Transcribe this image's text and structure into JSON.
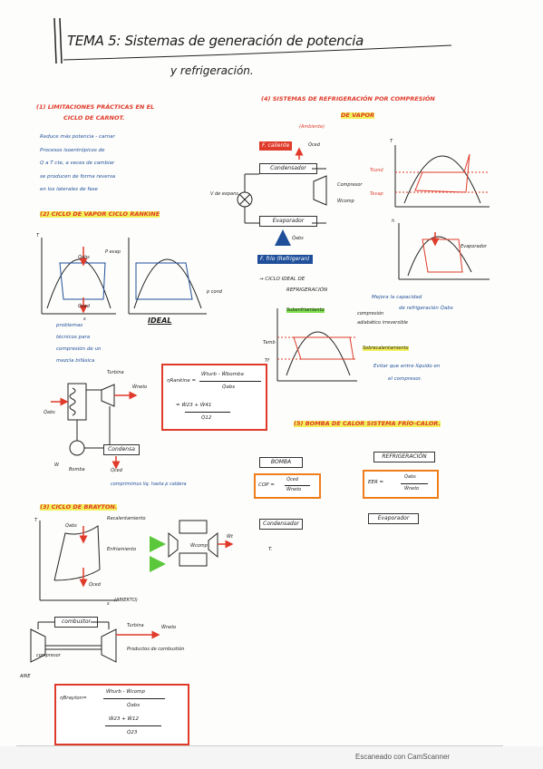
{
  "title": {
    "line1": "TEMA 5: Sistemas de generación de potencia",
    "line2": "y refrigeración."
  },
  "s1": {
    "heading": "(1) LIMITACIONES PRÁCTICAS EN EL",
    "heading2": "CICLO DE CARNOT.",
    "lines": [
      "Reduce más potencia - carnar",
      "Procesos isoentrópicos de",
      "Q a T cte, a veces de cambiar",
      "se producen de forma reversa",
      "en los laterales de fase"
    ]
  },
  "s2": {
    "heading": "(2) CICLO DE VAPOR CICLO RANKINE",
    "notes": [
      "problemas",
      "técnicos para",
      "compresión de un",
      "mezcla bifásica"
    ],
    "ideal": "IDEAL",
    "labels": {
      "T": "T",
      "s": "s",
      "qabs": "Q̇abs",
      "qced": "Q̇ced",
      "pevap": "P evap",
      "pcond": "p cond",
      "turbina": "Turbina",
      "wneto": "Ẇneto",
      "condensador": "Condensa",
      "bomba": "Bomba",
      "w": "W",
      "qced2": "Q̇ced",
      "note": "comprimimos liq. hasta p caldera"
    },
    "formula": {
      "lhs": "ηRankine =",
      "num": "Ẇturb - Ẇbomba",
      "den": "Q̇abs",
      "eq2num": "= Ẇ23 + Ẇ41",
      "eq2den": "Q̇12"
    }
  },
  "s3": {
    "heading": "(3) CICLO DE BRAYTON.",
    "labels": {
      "qabs": "Q̇abs",
      "qced": "Q̇ced",
      "calentamiento": "Recalentamiento",
      "enfriamiento": "Enfriamiento",
      "abierto": "(ABIERTO)",
      "combustor": "combustor",
      "turbina": "Turbina",
      "wneto": "Ẇneto",
      "productos": "Productos de combustión",
      "compresor": "compresor",
      "aire": "AIRE",
      "wt": "Ẇt",
      "wcomp": "Ẇcomp",
      "turb": "T",
      "s": "s"
    },
    "formula": {
      "lhs": "ηBrayton=",
      "num": "Ẇturb - Ẇcomp",
      "den": "Q̇abs",
      "eq2num": "Ẇ23 + Ẇ12",
      "eq2den": "Q̇23"
    }
  },
  "s4": {
    "heading": "(4) SISTEMAS DE REFRIGERACIÓN POR COMPRESIÓN",
    "heading2": "DE VAPOR",
    "labels": {
      "ambiente": "(Ambiente)",
      "fcaliente": "F. caliente",
      "qced": "Q̇ced",
      "condensador": "Condensador",
      "compresor": "Compresor",
      "wcomp": "Ẇcomp",
      "vexp": "V de expans.",
      "evaporador": "Evaporador",
      "qabs": "Q̇abs",
      "ffrio": "F. frío (Refrigeran)",
      "cicloideal": "→ CICLO IDEAL DE",
      "refrig": "REFRIGERACIÓN",
      "mejora": "Mejora la capacidad",
      "mejora2": "de refrigeración Q̇abs",
      "compresion": "compresión",
      "adiabatico": "adiabático irreversible",
      "sobrecal": "Sobrecalentamiento",
      "evitar": "Evitar que entre líquido en",
      "evitar2": "el compresor.",
      "tcond": "Tcond",
      "tevap": "Tevap",
      "tamb": "Tamb",
      "tf": "Tf",
      "subenfr": "Subenfriamiento",
      "evaporador2": "Evaporador",
      "h": "h",
      "t": "T"
    }
  },
  "s5": {
    "heading": "(5) BOMBA DE CALOR SISTEMA FRÍO-CALOR.",
    "bomba": "BOMBA",
    "refrig": "REFRIGERACIÓN",
    "cop": "COP =",
    "copnum": "Q̇ced",
    "copden": "Ẇneto",
    "eer": "EER =",
    "eernum": "Q̇abs",
    "eerden": "Ẇneto",
    "condensador": "Condensador",
    "evaporador": "Evaporador",
    "t": "T."
  },
  "footer": "Escaneado con CamScanner",
  "colors": {
    "red": "#e03a2a",
    "blue": "#1f4f9a",
    "yellow": "#f2f05a",
    "green": "#7fe04f",
    "orange": "#f07c1a"
  }
}
